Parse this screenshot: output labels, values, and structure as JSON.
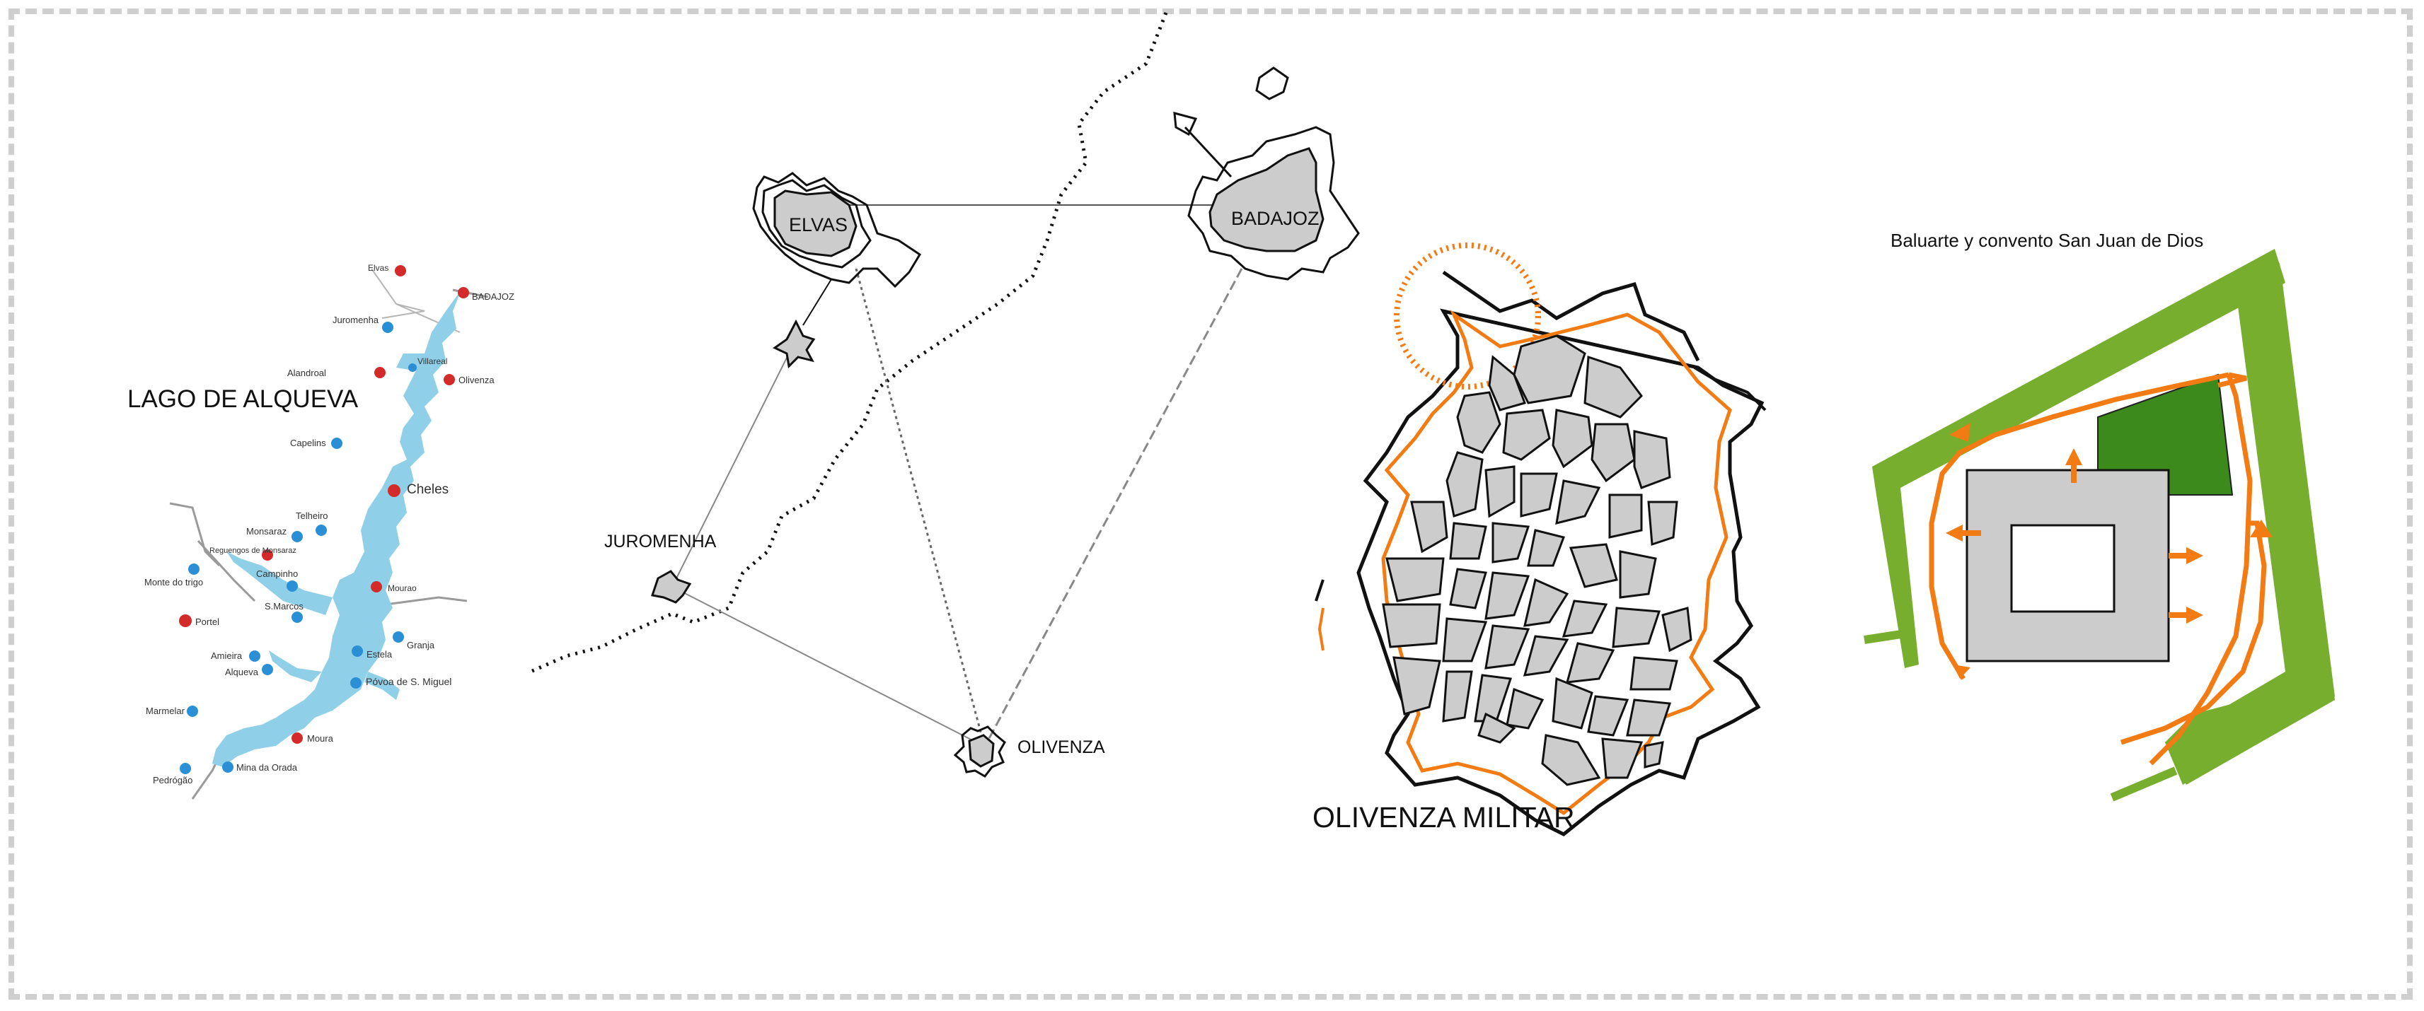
{
  "colors": {
    "lake": "#8fd0e8",
    "red_dot": "#d32a2a",
    "blue_dot": "#2b8fd6",
    "grey_fill": "#cccccc",
    "orange": "#f27b13",
    "green": "#78ae2e",
    "dark_green": "#3d8a1c",
    "border_dash": "#cfcfcf"
  },
  "alqueva": {
    "title": "LAGO DE ALQUEVA",
    "red_places": [
      "Elvas",
      "BADAJOZ",
      "Alandroal",
      "Olivenza",
      "Cheles",
      "Reguengos de Monsaraz",
      "Mourao",
      "Portel",
      "Moura"
    ],
    "blue_places": [
      "Juromenha",
      "Villareal",
      "Capelins",
      "Telheiro",
      "Monsaraz",
      "Monte do trigo",
      "Campinho",
      "S.Marcos",
      "Amieira",
      "Alqueva",
      "Estela",
      "Granja",
      "Póvoa de S. Miguel",
      "Marmelar",
      "Mina da Orada",
      "Pedrógão"
    ]
  },
  "network": {
    "elvas": "ELVAS",
    "badajoz": "BADAJOZ",
    "juromenha": "JUROMENHA",
    "olivenza": "OLIVENZA"
  },
  "militar": {
    "title": "OLIVENZA MILITAR"
  },
  "baluarte": {
    "title": "Baluarte y convento San Juan de Dios"
  }
}
